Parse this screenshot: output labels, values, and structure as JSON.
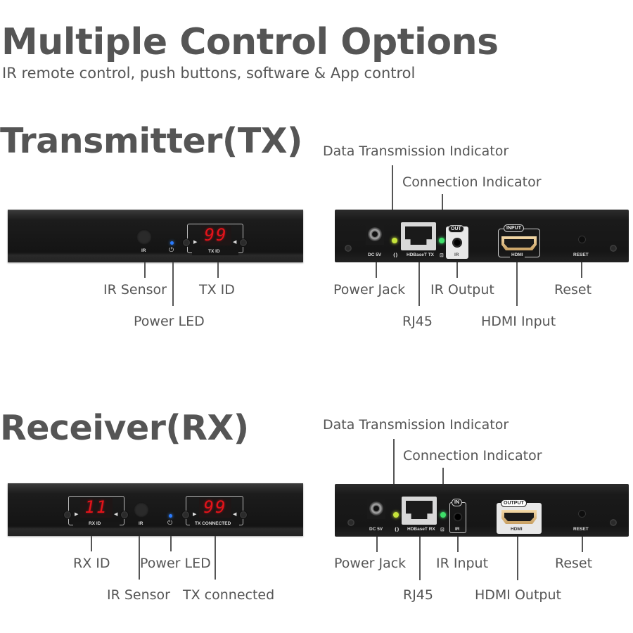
{
  "header": {
    "title": "Multiple Control Options",
    "subtitle": "IR remote control, push buttons, software & App control"
  },
  "transmitter": {
    "section_title": "Transmitter(TX)",
    "front": {
      "ir_text": "IR",
      "display_value": "99",
      "display_label": "TX ID",
      "callouts": {
        "ir_sensor": "IR Sensor",
        "tx_id": "TX ID",
        "power_led": "Power LED"
      }
    },
    "rear": {
      "dc_text": "DC 5V",
      "data_led_symbol": "()",
      "rj45_text": "HDBaseT TX",
      "conn_led_symbol": "⊡",
      "ir_pill": "OUT",
      "ir_text": "IR",
      "hdmi_pill": "INPUT",
      "hdmi_text": "HDMI",
      "reset_text": "RESET",
      "callouts": {
        "data_indicator": "Data Transmission Indicator",
        "conn_indicator": "Connection Indicator",
        "power_jack": "Power Jack",
        "ir_port": "IR Output",
        "reset": "Reset",
        "rj45": "RJ45",
        "hdmi": "HDMI Input"
      }
    }
  },
  "receiver": {
    "section_title": "Receiver(RX)",
    "front": {
      "rx_display_value": "11",
      "rx_display_label": "RX ID",
      "ir_text": "IR",
      "tx_display_value": "99",
      "tx_display_label": "TX CONNECTED",
      "callouts": {
        "rx_id": "RX ID",
        "power_led": "Power LED",
        "ir_sensor": "IR Sensor",
        "tx_connected": "TX connected"
      }
    },
    "rear": {
      "dc_text": "DC 5V",
      "data_led_symbol": "()",
      "rj45_text": "HDBaseT RX",
      "conn_led_symbol": "⊡",
      "ir_pill": "IN",
      "ir_text": "IR",
      "hdmi_pill": "OUTPUT",
      "hdmi_text": "HDMI",
      "reset_text": "RESET",
      "callouts": {
        "data_indicator": "Data Transmission Indicator",
        "conn_indicator": "Connection Indicator",
        "power_jack": "Power Jack",
        "ir_port": "IR Input",
        "reset": "Reset",
        "rj45": "RJ45",
        "hdmi": "HDMI Output"
      }
    }
  },
  "colors": {
    "text": "#555555",
    "device_body": "#161616",
    "segment_red": "#e5131a",
    "power_led_blue": "#2a7bff",
    "data_led_yellow_green": "#c6e43a",
    "conn_led_green": "#3ee06a"
  }
}
